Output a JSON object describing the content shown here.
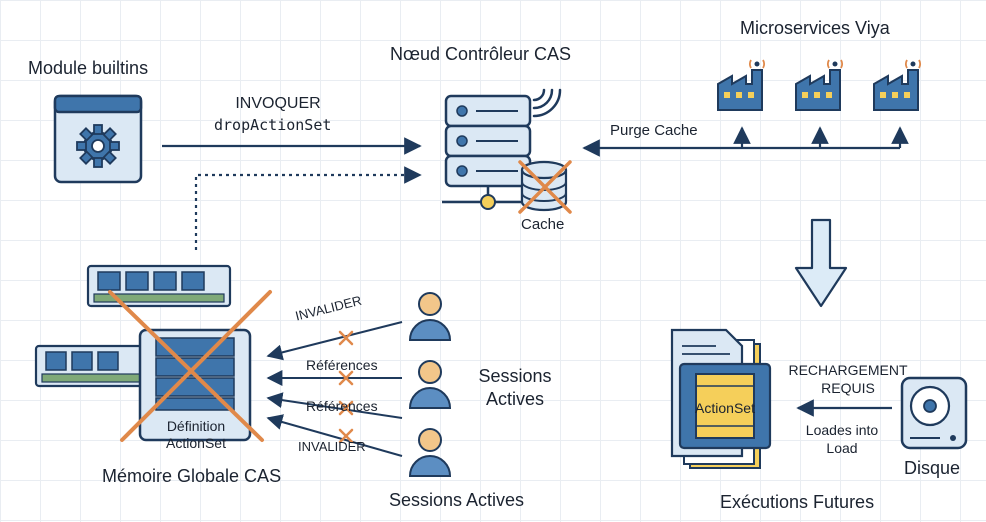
{
  "labels": {
    "module_builtins": "Module builtins",
    "invoke": "INVOQUER",
    "invoke_action": "dropActionSet",
    "controller": "Nœud Contrôleur CAS",
    "cache": "Cache",
    "microservices": "Microservices Viya",
    "purge_cache": "Purge Cache",
    "global_memory": "Mémoire Globale CAS",
    "definition_line1": "Définition",
    "definition_line2": "ActionSet",
    "invalidate_top": "INVALIDER",
    "references_1": "Références",
    "references_2": "Références",
    "invalidate_bottom": "INVALIDER",
    "sessions_side_line1": "Sessions",
    "sessions_side_line2": "Actives",
    "sessions_bottom": "Sessions Actives",
    "reload_line1": "RECHARGEMENT",
    "reload_line2": "REQUIS",
    "loads_line1": "Loades into",
    "loads_line2": "Load",
    "actionset": "ActionSet",
    "disk": "Disque",
    "future_runs": "Exécutions Futures"
  },
  "icons": {
    "module": "gear-window-icon",
    "controller": "server-stack-icon",
    "wireless": "wifi-signal-icon",
    "cache": "database-icon",
    "microservice": "factory-antenna-icon",
    "memory": "ram-module-icon",
    "user": "user-icon",
    "document": "document-stack-icon",
    "disk": "hard-disk-icon",
    "flow_down": "down-arrow-icon",
    "strike": "cross-mark-icon"
  },
  "colors": {
    "line": "#1f3a5c",
    "panel_blue": "#3f75ab",
    "panel_light": "#dbe8f4",
    "cross_orange": "#e0894a",
    "person_skin": "#f2c68a",
    "person_body": "#5c8ec2",
    "actionset_yellow": "#f5cf5a",
    "ram_green": "#7fa978",
    "arrow_fill": "#dcebf7"
  }
}
